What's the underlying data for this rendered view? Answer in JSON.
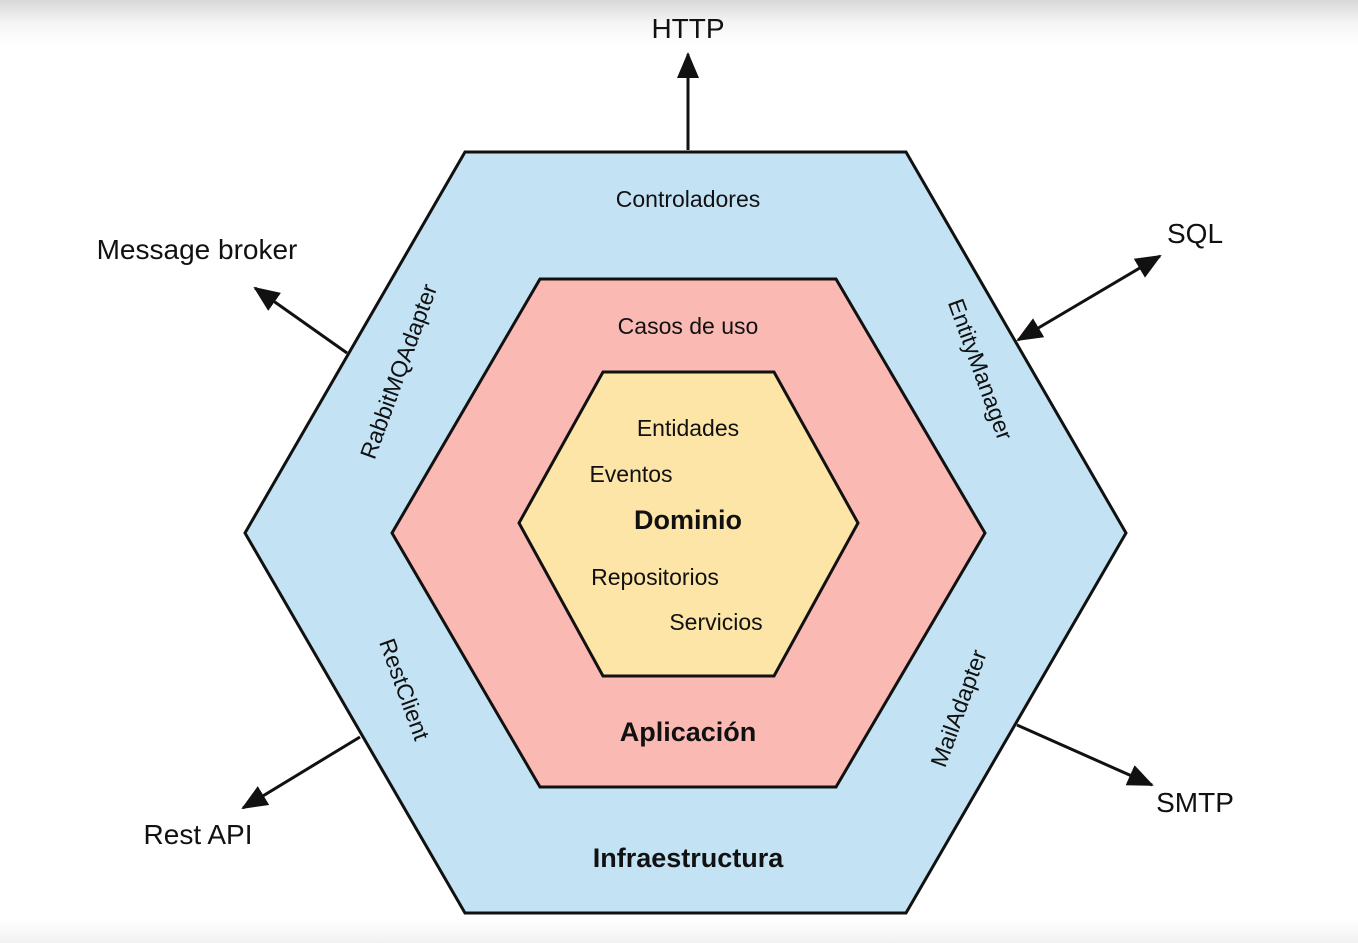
{
  "colors": {
    "infrastructure_fill": "#c3e3f4",
    "application_fill": "#fbb9b4",
    "domain_fill": "#fde4a7",
    "stroke": "#111111"
  },
  "external": {
    "http": "HTTP",
    "sql": "SQL",
    "message_broker": "Message broker",
    "rest_api": "Rest API",
    "smtp": "SMTP"
  },
  "infrastructure": {
    "title": "Infraestructura",
    "ports": {
      "top": "Controladores",
      "upper_left": "RabbitMQAdapter",
      "upper_right": "EntityManager",
      "lower_left": "RestClient",
      "lower_right": "MailAdapter"
    }
  },
  "application": {
    "title": "Aplicación",
    "items": {
      "use_cases": "Casos de uso"
    }
  },
  "domain": {
    "title": "Dominio",
    "items": {
      "entities": "Entidades",
      "events": "Eventos",
      "repositories": "Repositorios",
      "services": "Servicios"
    }
  },
  "arrows": [
    {
      "from": "infrastructure",
      "to": "HTTP",
      "direction": "outgoing"
    },
    {
      "from": "infrastructure",
      "to": "SQL",
      "direction": "bidirectional"
    },
    {
      "from": "infrastructure",
      "to": "Message broker",
      "direction": "outgoing"
    },
    {
      "from": "infrastructure",
      "to": "Rest API",
      "direction": "outgoing"
    },
    {
      "from": "infrastructure",
      "to": "SMTP",
      "direction": "outgoing"
    }
  ]
}
